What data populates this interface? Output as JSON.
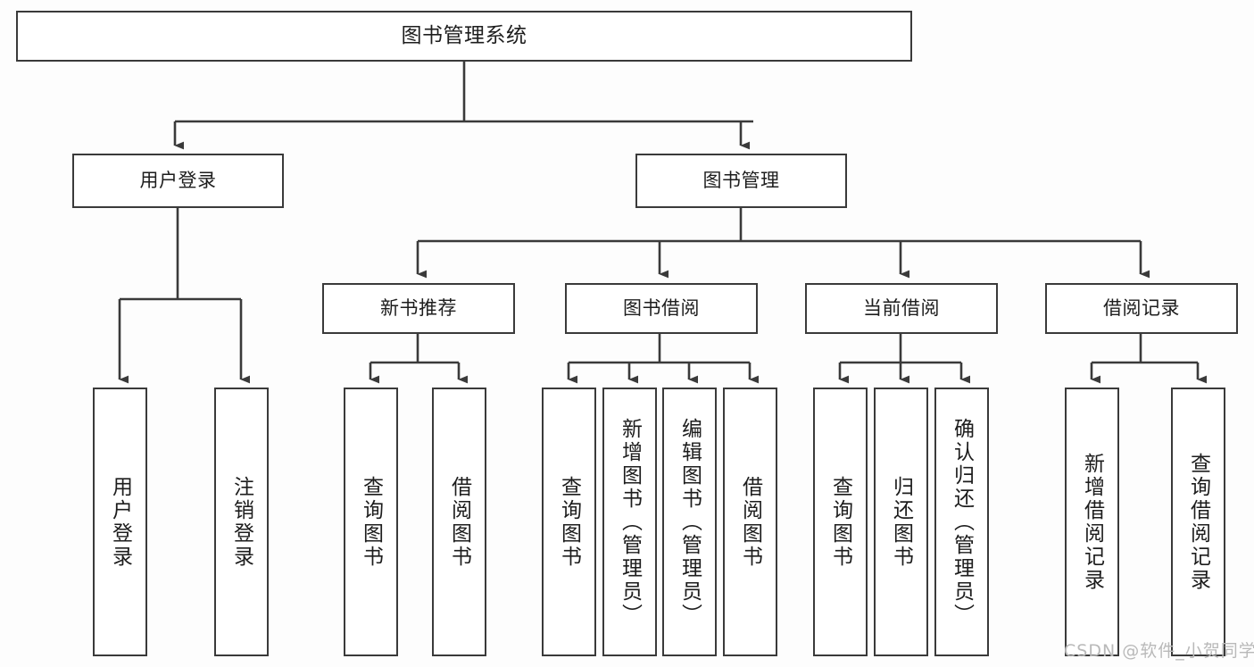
{
  "diagram": {
    "title": "图书管理系统",
    "background": "#fdfdfd",
    "line_color": "#3a3a3a",
    "box_fill": "#ffffff",
    "text_color": "#1d1d1d",
    "nodes": {
      "root": "图书管理系统",
      "user_login": "用户登录",
      "book_manage": "图书管理",
      "new_book_rec": "新书推荐",
      "book_borrow": "图书借阅",
      "current_borrow": "当前借阅",
      "borrow_record": "借阅记录",
      "leaf_user_login": "用户登录",
      "leaf_logout_login": "注销登录",
      "leaf_query_book_1": "查询图书",
      "leaf_borrow_book_1": "借阅图书",
      "leaf_query_book_2": "查询图书",
      "leaf_add_book_admin": "新增图书（管理员）",
      "leaf_edit_book_admin": "编辑图书（管理员）",
      "leaf_borrow_book_2": "借阅图书",
      "leaf_query_book_3": "查询图书",
      "leaf_return_book": "归还图书",
      "leaf_confirm_return_admin": "确认归还（管理员）",
      "leaf_add_borrow_record": "新增借阅记录",
      "leaf_query_borrow_record": "查询借阅记录"
    },
    "watermark": "CSDN @软件_小贺同学"
  }
}
